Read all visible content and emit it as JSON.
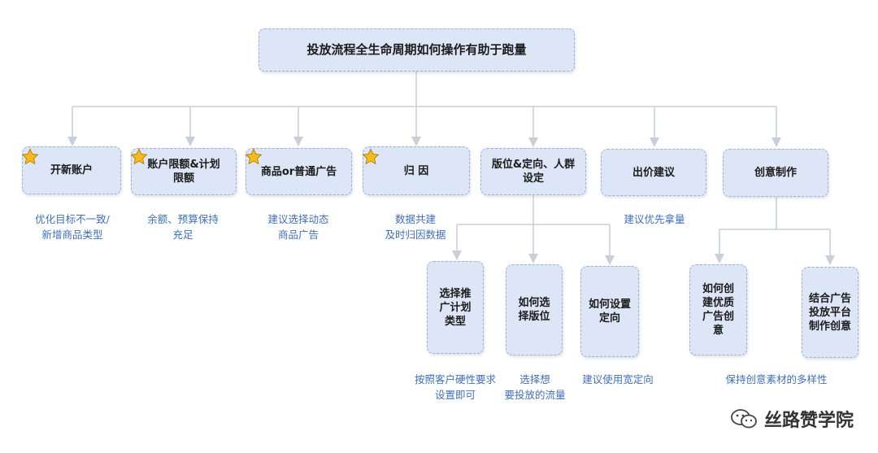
{
  "root": {
    "label": "投放流程全生命周期如何操作有助于跑量"
  },
  "steps": [
    {
      "label": "开新账户",
      "starred": true,
      "note": "优化目标不一致/\n新增商品类型"
    },
    {
      "label": "账户限额&计划\n限额",
      "starred": true,
      "note": "余额、预算保持\n充足"
    },
    {
      "label": "商品or普通广告",
      "starred": true,
      "note": "建议选择动态\n商品广告"
    },
    {
      "label": "归  因",
      "starred": true,
      "note": "数据共建\n及时归因数据"
    },
    {
      "label": "版位&定向、人群\n设定",
      "starred": false,
      "note": ""
    },
    {
      "label": "出价建议",
      "starred": false,
      "note": "建议优先拿量"
    },
    {
      "label": "创意制作",
      "starred": false,
      "note": ""
    }
  ],
  "placement_children": [
    {
      "label": "选择推\n广计划\n类型",
      "note": "按照客户硬性要求\n设置即可"
    },
    {
      "label": "如何选\n择版位",
      "note": "选择想\n要投放的流量"
    },
    {
      "label": "如何设置\n定向",
      "note": "建议使用宽定向"
    }
  ],
  "creative_children": [
    {
      "label": "如何创\n建优质\n广告创\n意"
    },
    {
      "label": "结合广告\n投放平台\n制作创意"
    }
  ],
  "creative_note": "保持创意素材的多样性",
  "watermark": "丝路赞学院",
  "colors": {
    "box_fill": "#dde6f6",
    "box_border": "#9fb1cf",
    "connector": "#c9ced8",
    "note_text": "#3f6fb8",
    "star": "#f7b91c"
  },
  "icons": {
    "star": "star-icon",
    "watermark_logo": "wechat-icon"
  }
}
